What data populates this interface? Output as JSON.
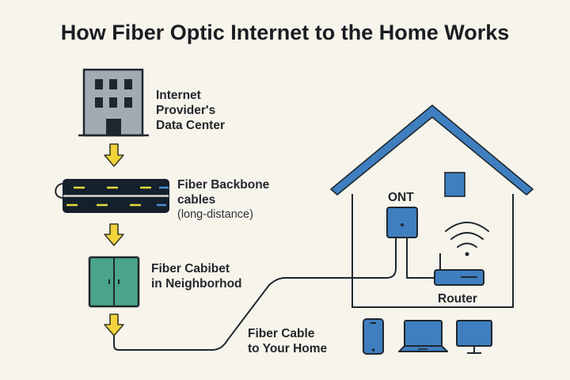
{
  "title": "How Fiber Optic Internet to the Home Works",
  "steps": [
    {
      "icon": "building-icon",
      "line1": "Internet",
      "line2": "Provider's",
      "line3": "Data Center"
    },
    {
      "icon": "fiber-backbone-cable-icon",
      "line1": "Fiber Backbone",
      "line2": "cables",
      "line3": "(long-distance)"
    },
    {
      "icon": "fiber-cabinet-icon",
      "line1": "Fiber Cabibet",
      "line2": "in Neighborhod"
    },
    {
      "icon": "fiber-cable-line",
      "line1": "Fiber Cable",
      "line2": "to Your Home"
    }
  ],
  "house": {
    "ont_label": "ONT",
    "router_label": "Router",
    "devices": [
      "smartphone-icon",
      "laptop-icon",
      "monitor-icon"
    ]
  },
  "colors": {
    "background": "#f7f4ec",
    "blue": "#3f7fc0",
    "arrow_yellow": "#f2d43a",
    "cabinet_green": "#4aa58a",
    "building_gray": "#a3aab1",
    "outline": "#1f272d"
  }
}
